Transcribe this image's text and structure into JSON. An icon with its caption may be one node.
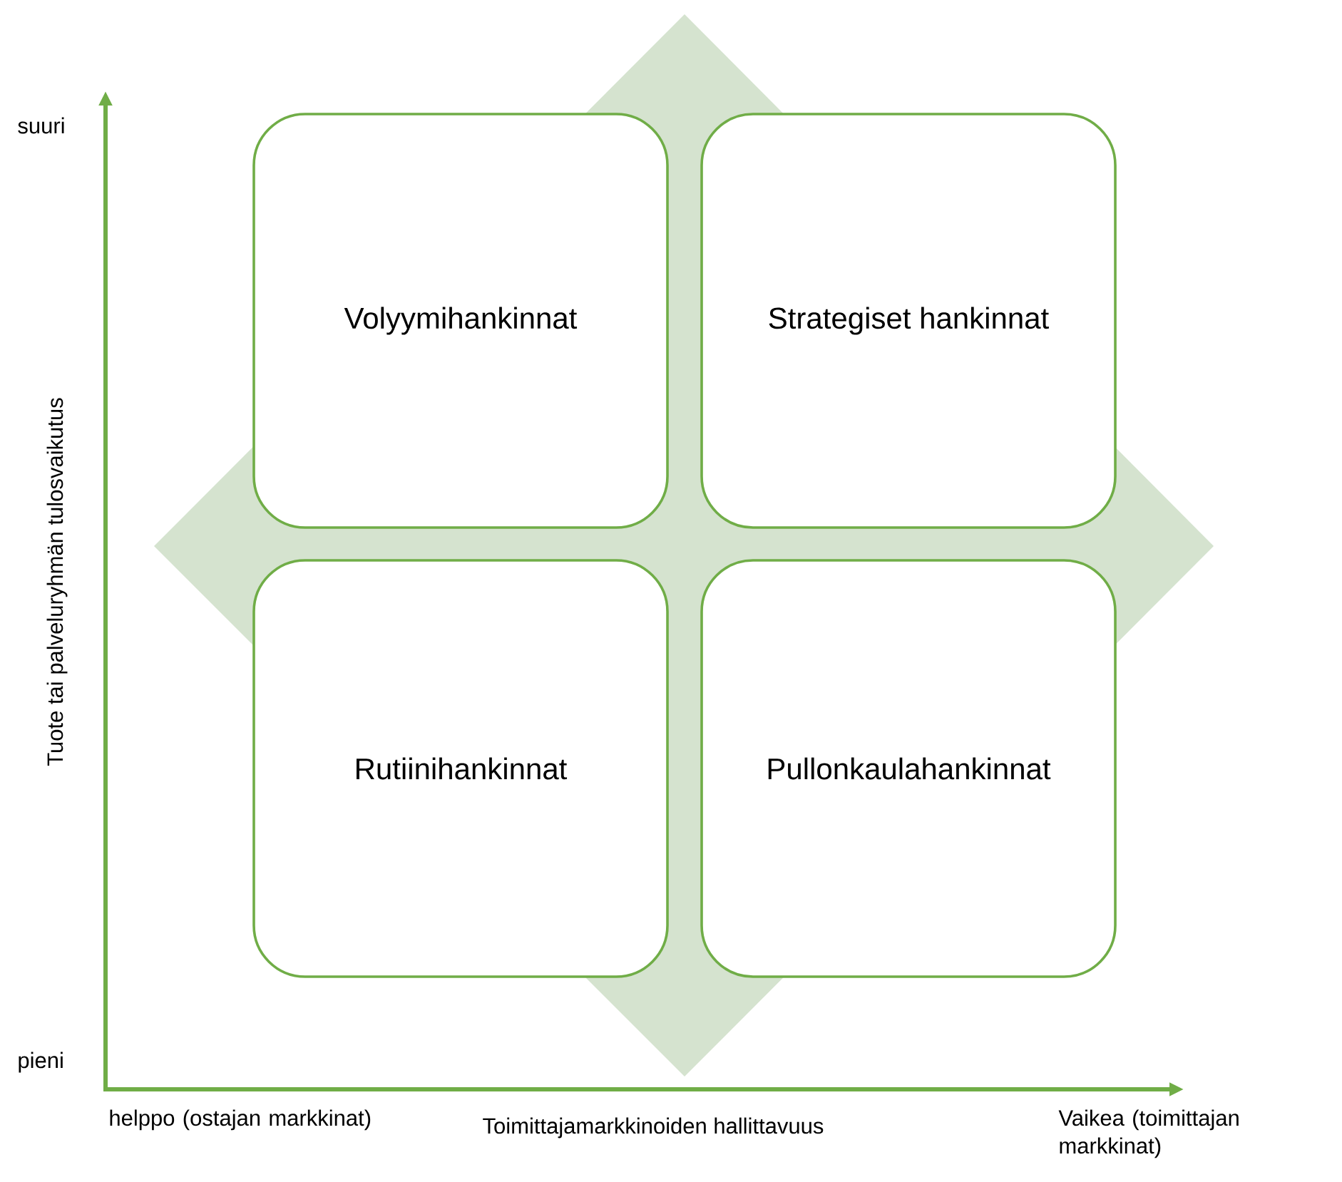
{
  "diagram": {
    "nodes": [
      {
        "text": [
          "Volyymihankinnat"
        ]
      },
      {
        "text": [
          "Strategiset hankinnat"
        ]
      },
      {
        "text": [
          "Rutiinihankinnat"
        ]
      },
      {
        "text": [
          "Pullonkaulahankinnat"
        ]
      }
    ],
    "labels": [
      "suuri",
      "Tuote tai palveluryhmän tulosvaikutus",
      "pieni",
      "helppo (ostajan markkinat)",
      "Toimittajamarkkinoiden hallittavuus",
      "Vaikea (toimittajan markkinat)"
    ]
  }
}
